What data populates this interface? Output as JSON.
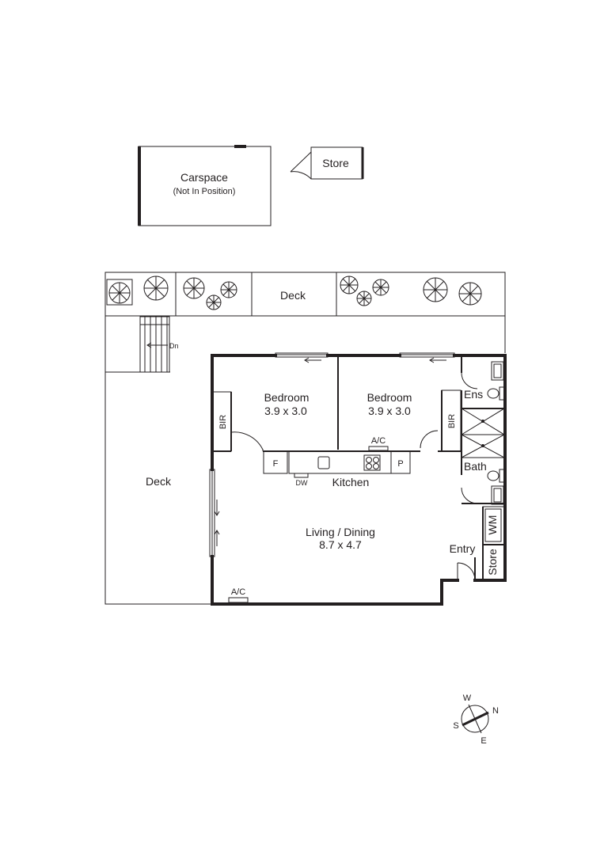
{
  "rooms": {
    "carspace": "Carspace",
    "carspace_note": "(Not In Position)",
    "store_top": "Store",
    "deck_top": "Deck",
    "deck_left": "Deck",
    "bedroom1": "Bedroom",
    "bedroom1_size": "3.9 x 3.0",
    "bedroom2": "Bedroom",
    "bedroom2_size": "3.9 x 3.0",
    "ens": "Ens",
    "bath": "Bath",
    "bir1": "BIR",
    "bir2": "BIR",
    "kitchen": "Kitchen",
    "living": "Living / Dining",
    "living_size": "8.7 x 4.7",
    "entry": "Entry",
    "wm": "WM",
    "store_side": "Store"
  },
  "fixtures": {
    "ac_top": "A/C",
    "ac_bottom": "A/C",
    "fridge": "F",
    "pantry": "P",
    "dishwasher": "DW",
    "stairs_dn": "Dn"
  },
  "compass": {
    "w": "W",
    "n": "N",
    "s": "S",
    "e": "E"
  }
}
